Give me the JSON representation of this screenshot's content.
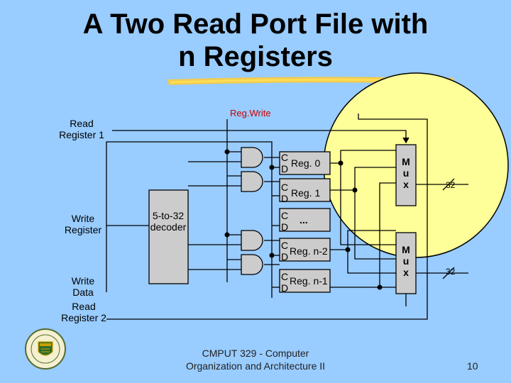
{
  "slide": {
    "title_line1": "A Two Read Port File with",
    "title_line2": "n Registers",
    "reg_write": "Reg.Write",
    "read_register_1": [
      "Read",
      "Register 1"
    ],
    "write_register": [
      "Write",
      "Register"
    ],
    "write_data": [
      "Write",
      "Data"
    ],
    "read_register_2": [
      "Read",
      "Register 2"
    ],
    "decoder": [
      "5-to-32",
      "decoder"
    ],
    "registers": [
      {
        "c": "C",
        "d": "D",
        "name": "Reg. 0"
      },
      {
        "c": "C",
        "d": "D",
        "name": "Reg. 1"
      },
      {
        "c": "C",
        "d": "D",
        "name": "..."
      },
      {
        "c": "C",
        "d": "D",
        "name": "Reg. n-2"
      },
      {
        "c": "C",
        "d": "D",
        "name": "Reg. n-1"
      }
    ],
    "mux_top": [
      "M",
      "u",
      "x"
    ],
    "mux_bottom": [
      "M",
      "u",
      "x"
    ],
    "bus_width_top": "32",
    "bus_width_bottom": "32",
    "footer": [
      "CMPUT 329 - Computer",
      "Organization and Architecture II"
    ],
    "page_number": "10"
  },
  "colors": {
    "background": "#99ccff",
    "highlight_circle": "#ffff99",
    "title_underline": "#ffcc33",
    "reg_write_label": "#cc0000",
    "register_box": "#cccccc"
  }
}
